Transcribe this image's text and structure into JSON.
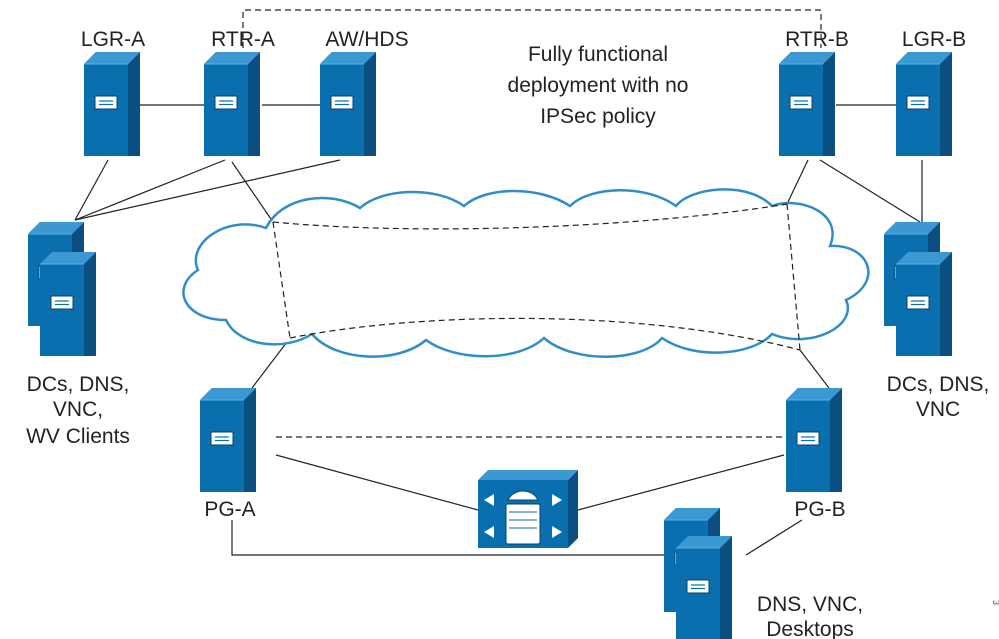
{
  "caption": [
    "Fully functional",
    "deployment with no",
    "IPSec policy"
  ],
  "nodes": {
    "lgr_a": "LGR-A",
    "rtr_a": "RTR-A",
    "aw_hds": "AW/HDS",
    "rtr_b": "RTR-B",
    "lgr_b": "LGR-B",
    "pg_a": "PG-A",
    "pg_b": "PG-B"
  },
  "groups": {
    "left_site": [
      "DCs, DNS,",
      "VNC,",
      "WV Clients"
    ],
    "right_site": [
      "DCs, DNS,",
      "VNC"
    ],
    "bottom_site": [
      "DNS, VNC,",
      "Desktops"
    ]
  },
  "figure_id": "3",
  "colors": {
    "server_front": "#0a6fae",
    "server_side": "#0b4f80",
    "server_top": "#3c98d3",
    "cloud_outline": "#2f8ec9",
    "line": "#222222"
  },
  "icons": {
    "server": "server-tower-icon",
    "switch": "voice-switch-icon",
    "network": "wan-cloud-icon"
  }
}
